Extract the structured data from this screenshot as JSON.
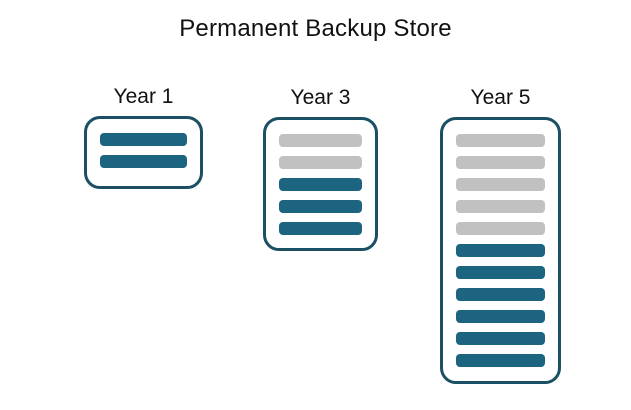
{
  "title": "Permanent Backup Store",
  "colors": {
    "bar_recent": "#1d6480",
    "bar_aged": "#c1c1c1",
    "box_border": "#1b5064",
    "text": "#111111",
    "background": "#ffffff"
  },
  "stores": [
    {
      "label": "Year 1",
      "bars": [
        "recent",
        "recent"
      ]
    },
    {
      "label": "Year 3",
      "bars": [
        "aged",
        "aged",
        "recent",
        "recent",
        "recent"
      ]
    },
    {
      "label": "Year 5",
      "bars": [
        "aged",
        "aged",
        "aged",
        "aged",
        "aged",
        "recent",
        "recent",
        "recent",
        "recent",
        "recent",
        "recent"
      ]
    }
  ]
}
